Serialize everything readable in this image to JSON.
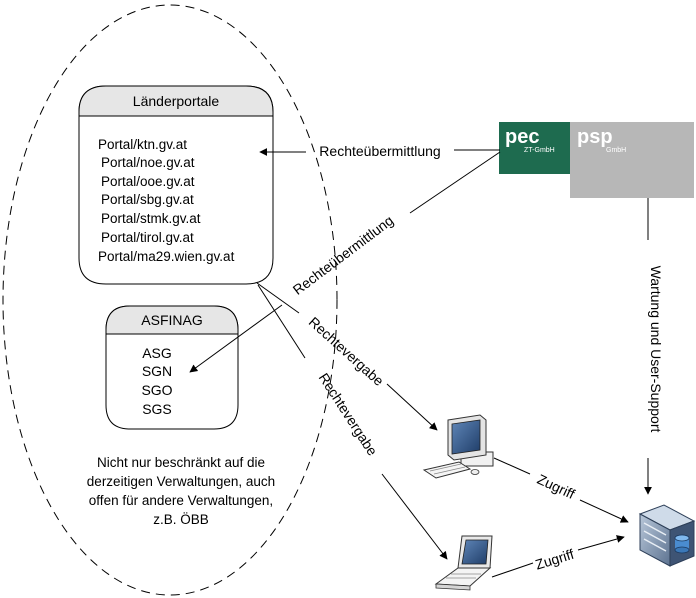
{
  "laenderportale": {
    "title": "Länderportale",
    "items": [
      "Portal/ktn.gv.at",
      "Portal/noe.gv.at",
      "Portal/ooe.gv.at",
      "Portal/sbg.gv.at",
      "Portal/stmk.gv.at",
      "Portal/tirol.gv.at",
      "Portal/ma29.wien.gv.at"
    ]
  },
  "asfinag": {
    "title": "ASFINAG",
    "items": [
      "ASG",
      "SGN",
      "SGO",
      "SGS"
    ]
  },
  "note": {
    "lines": [
      "Nicht nur beschränkt auf die",
      "derzeitigen Verwaltungen, auch",
      "offen für andere Verwaltungen,",
      "z.B. ÖBB"
    ]
  },
  "logos": {
    "pec": "pec",
    "pec_sub": "ZT-GmbH",
    "psp": "psp",
    "psp_sub": "GmbH",
    "pec_color": "#1e6b4f",
    "psp_color": "#b7b7b7"
  },
  "arrows": {
    "rechteuebermittlung_1": "Rechteübermittlung",
    "rechteuebermittlung_2": "Rechteübermittlung",
    "rechtevergabe_1": "Rechtevergabe",
    "rechtevergabe_2": "Rechtevergabe",
    "zugriff_1": "Zugriff",
    "zugriff_2": "Zugriff",
    "wartung": "Wartung und User-Support"
  }
}
